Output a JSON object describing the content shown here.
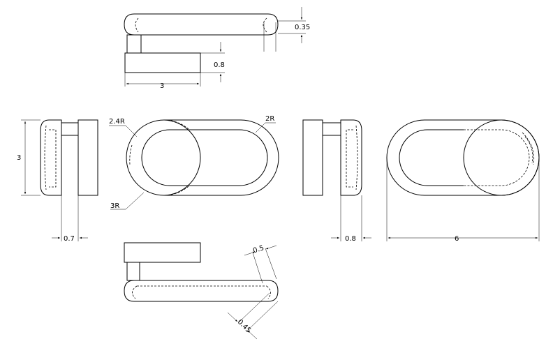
{
  "dimensions": {
    "top_thickness": "0.35",
    "top_height": "0.8",
    "top_width": "3",
    "left_height": "3",
    "left_offset": "0.7",
    "outer_radius": "2.4R",
    "inner_radius": "2R",
    "bottom_radius": "3R",
    "right_offset": "0.8",
    "right_width": "6",
    "bottom_dim_a": "0.5",
    "bottom_dim_b": "0.45"
  },
  "colors": {
    "line": "#000000",
    "background": "#ffffff"
  }
}
